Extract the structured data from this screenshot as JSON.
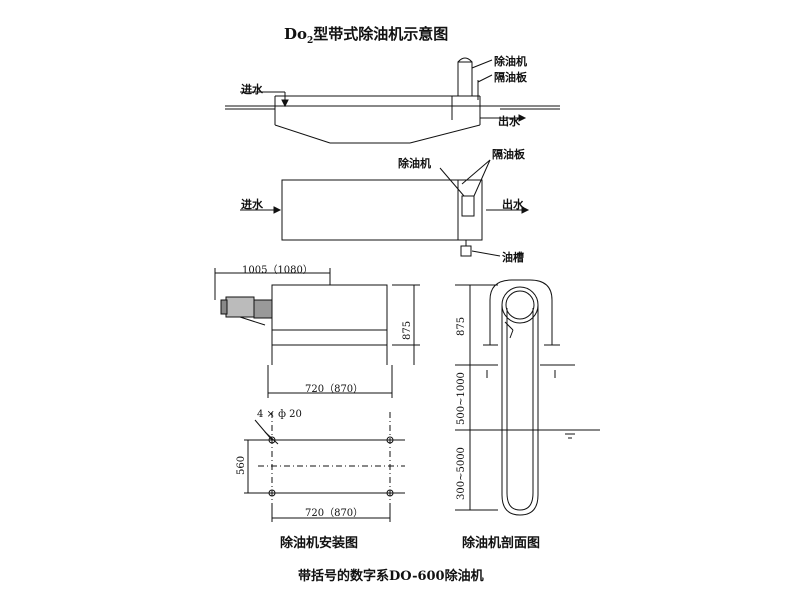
{
  "title_main": "Do",
  "title_sub": "2",
  "title_rest": "型带式除油机示意图",
  "elevation": {
    "skimmer": "除油机",
    "baffle": "隔油板",
    "inlet": "进水",
    "outlet": "出水"
  },
  "plan": {
    "skimmer": "除油机",
    "baffle": "隔油板",
    "inlet": "进水",
    "outlet": "出水",
    "oil_tank": "油槽"
  },
  "install": {
    "width_top": "1005（1080）",
    "height_right": "875",
    "width_bottom": "720（870）",
    "holes": "4 × ф 20",
    "spacing_y": "560",
    "spacing_x": "720（870）",
    "caption": "除油机安装图"
  },
  "section": {
    "dim1": "875",
    "dim2": "500~1000",
    "dim3": "300~5000",
    "caption": "除油机剖面图"
  },
  "footnote": "带括号的数字系DO-600除油机"
}
